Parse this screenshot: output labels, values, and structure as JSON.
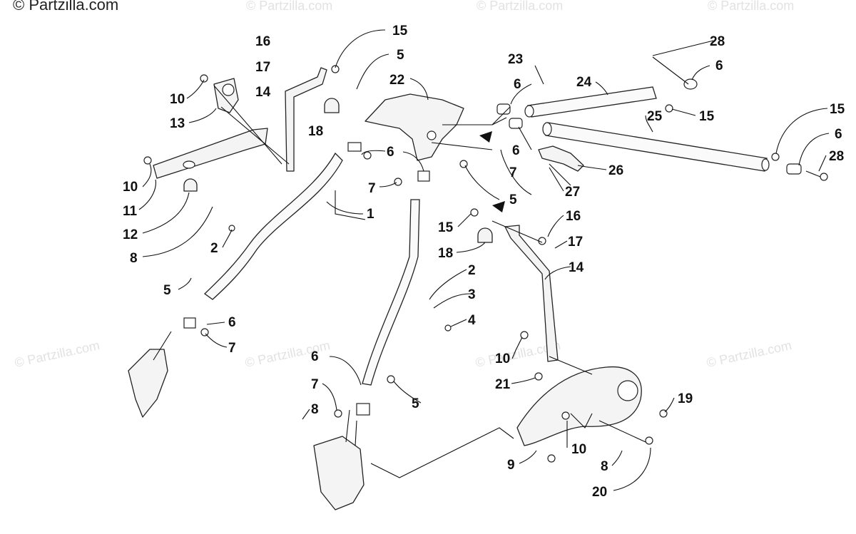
{
  "copyright": "© Partzilla.com",
  "watermark": "© Partzilla.com",
  "callouts": [
    "1",
    "2",
    "3",
    "4",
    "5",
    "6",
    "7",
    "8",
    "9",
    "10",
    "11",
    "12",
    "13",
    "14",
    "15",
    "16",
    "17",
    "18",
    "19",
    "20",
    "21",
    "22",
    "23",
    "24",
    "25",
    "26",
    "27",
    "28"
  ]
}
